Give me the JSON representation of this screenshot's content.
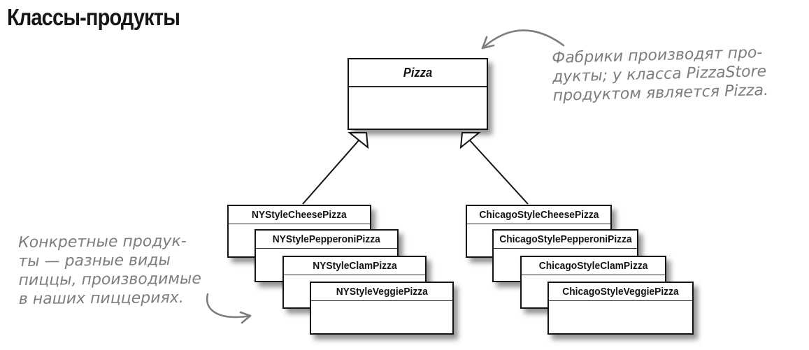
{
  "title": "Классы-продукты",
  "colors": {
    "line_black": "#141414",
    "annotation_gray": "#7d7d7d",
    "box_background": "#ffffff"
  },
  "uml": {
    "parent_class": {
      "name": "Pizza"
    },
    "ny_stack": [
      {
        "name": "NYStyleCheesePizza"
      },
      {
        "name": "NYStylePepperoniPizza"
      },
      {
        "name": "NYStyleClamPizza"
      },
      {
        "name": "NYStyleVeggiePizza"
      }
    ],
    "chicago_stack": [
      {
        "name": "ChicagoStyleCheesePizza"
      },
      {
        "name": "ChicagoStylePepperoniPizza"
      },
      {
        "name": "ChicagoStyleClamPizza"
      },
      {
        "name": "ChicagoStyleVeggiePizza"
      }
    ]
  },
  "annotations": {
    "factory_note": {
      "lines": [
        "Фабрики производят про-",
        "дукты; у класса PizzaStore",
        "продуктом является Pizza."
      ]
    },
    "concrete_note": {
      "lines": [
        "Конкретные продук-",
        "ты — разные виды",
        "пиццы, производимые",
        "в наших пиццериях."
      ]
    }
  }
}
